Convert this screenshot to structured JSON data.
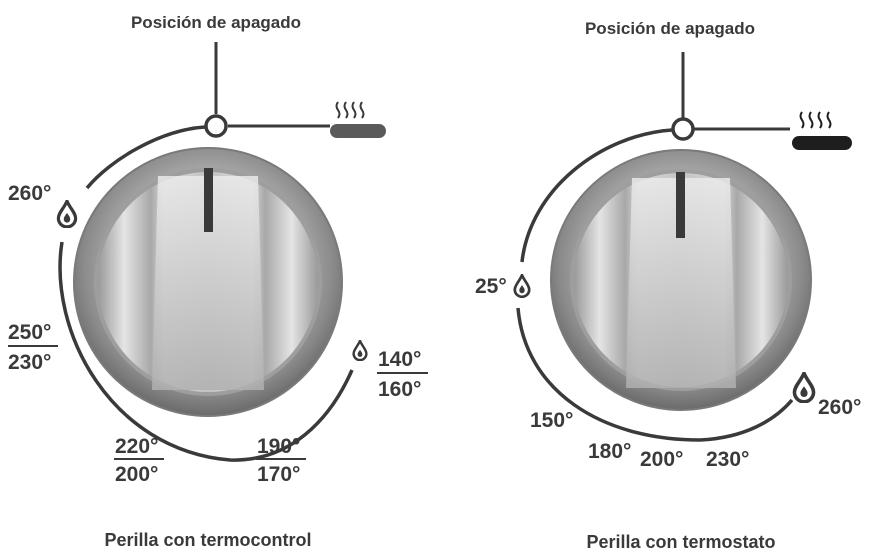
{
  "left_knob": {
    "off_label": "Posición de apagado",
    "caption": "Perilla con termocontrol",
    "temps": {
      "t260": "260°",
      "t250": "250°",
      "t230": "230°",
      "t220": "220°",
      "t200": "200°",
      "t190": "190°",
      "t170": "170°",
      "t140": "140°",
      "t160": "160°"
    }
  },
  "right_knob": {
    "off_label": "Posición de apagado",
    "caption": "Perilla con termostato",
    "temps": {
      "t25": "25°",
      "t150": "150°",
      "t180": "180°",
      "t200": "200°",
      "t230": "230°",
      "t260": "260°"
    }
  },
  "icons": {
    "left_burner": "burner-heat-icon",
    "right_burner": "burner-heat-icon",
    "flame": "flame-icon"
  },
  "colors": {
    "line": "#3a3a3a",
    "burner_left": "#5a5a5a",
    "burner_right": "#1e1e1e"
  }
}
